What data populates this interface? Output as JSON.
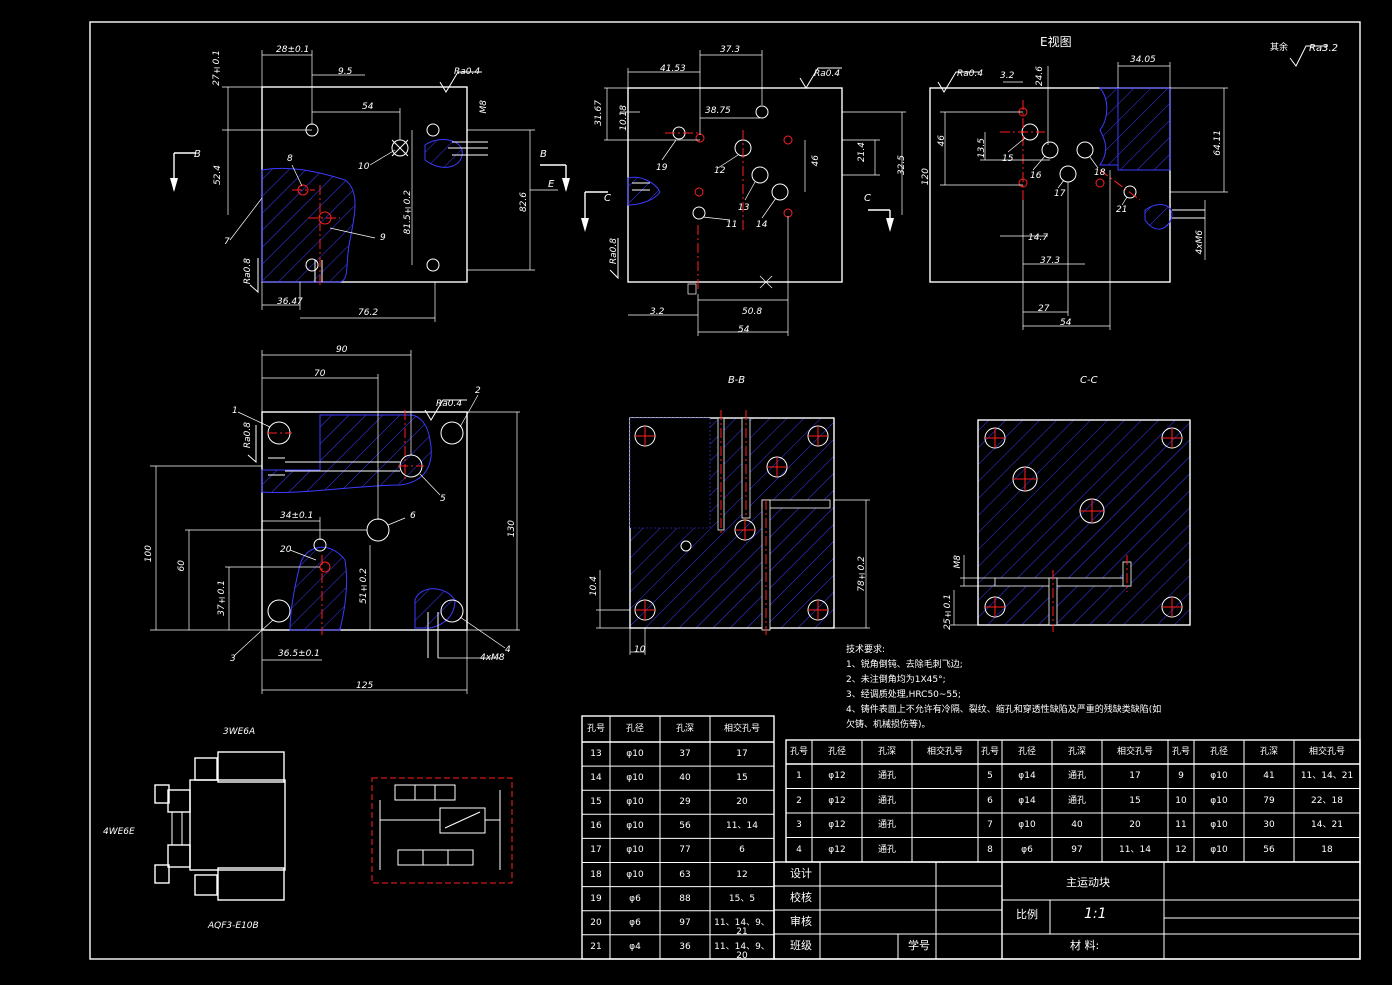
{
  "view_titles": {
    "e_view": "E视图",
    "bb": "B-B",
    "cc": "C-C",
    "other_roughness": "其余"
  },
  "roughness": {
    "ra04": "Ra0.4",
    "ra08": "Ra0.8",
    "ra32": "Ra3.2"
  },
  "section_marks": {
    "b": "B",
    "c": "C",
    "e": "E"
  },
  "view1": {
    "dims": [
      "28±0.1",
      "27±0.1",
      "9.5",
      "54",
      "52.4",
      "81.5±0.2",
      "82.6",
      "36.47",
      "76.2",
      "M8"
    ],
    "callouts": [
      "8",
      "9",
      "7",
      "10"
    ]
  },
  "view2": {
    "dims": [
      "37.3",
      "41.53",
      "31.67",
      "10.18",
      "38.75",
      "21.4",
      "46",
      "32.5",
      "3.2",
      "50.8",
      "54"
    ],
    "callouts": [
      "19",
      "12",
      "13",
      "11",
      "14"
    ]
  },
  "view3": {
    "dims": [
      "34.05",
      "3.2",
      "24.6",
      "46",
      "13.5",
      "120",
      "64.11",
      "14.7",
      "37.3",
      "27",
      "54",
      "4xM6"
    ],
    "callouts": [
      "15",
      "16",
      "17",
      "18",
      "21"
    ]
  },
  "view4": {
    "dims": [
      "90",
      "70",
      "34±0.1",
      "100",
      "60",
      "37±0.1",
      "51±0.2",
      "130",
      "36.5±0.1",
      "125",
      "4xM8"
    ],
    "callouts": [
      "1",
      "2",
      "5",
      "6",
      "20",
      "3",
      "4"
    ]
  },
  "bb_view": {
    "dims": [
      "78±0.2",
      "10.4",
      "10"
    ]
  },
  "cc_view": {
    "dims": [
      "M8",
      "25±0.1"
    ]
  },
  "valve": {
    "top": "3WE6A",
    "left": "4WE6E",
    "bottom": "AQF3-E10B"
  },
  "tech_req": {
    "title": "技术要求:",
    "lines": [
      "1、锐角倒钝、去除毛刺飞边;",
      "2、未注倒角均为1X45°;",
      "3、经调质处理,HRC50~55;",
      "4、铸件表面上不允许有冷隔、裂纹、缩孔和穿透性缺陷及严重的残缺类缺陷(如",
      "欠铸、机械损伤等)。"
    ]
  },
  "table_left": {
    "headers": [
      "孔号",
      "孔径",
      "孔深",
      "相交孔号"
    ],
    "rows": [
      [
        "13",
        "φ10",
        "37",
        "17"
      ],
      [
        "14",
        "φ10",
        "40",
        "15"
      ],
      [
        "15",
        "φ10",
        "29",
        "20"
      ],
      [
        "16",
        "φ10",
        "56",
        "11、14"
      ],
      [
        "17",
        "φ10",
        "77",
        "6"
      ],
      [
        "18",
        "φ10",
        "63",
        "12"
      ],
      [
        "19",
        "φ6",
        "88",
        "15、5"
      ],
      [
        "20",
        "φ6",
        "97",
        "11、14、9、21"
      ],
      [
        "21",
        "φ4",
        "36",
        "11、14、9、20"
      ]
    ]
  },
  "table_right": {
    "headers": [
      "孔号",
      "孔径",
      "孔深",
      "相交孔号",
      "孔号",
      "孔径",
      "孔深",
      "相交孔号",
      "孔号",
      "孔径",
      "孔深",
      "相交孔号"
    ],
    "rows": [
      [
        "1",
        "φ12",
        "通孔",
        "",
        "5",
        "φ14",
        "通孔",
        "17",
        "9",
        "φ10",
        "41",
        "11、14、21"
      ],
      [
        "2",
        "φ12",
        "通孔",
        "",
        "6",
        "φ14",
        "通孔",
        "15",
        "10",
        "φ10",
        "79",
        "22、18"
      ],
      [
        "3",
        "φ12",
        "通孔",
        "",
        "7",
        "φ10",
        "40",
        "20",
        "11",
        "φ10",
        "30",
        "14、21"
      ],
      [
        "4",
        "φ12",
        "通孔",
        "",
        "8",
        "φ6",
        "97",
        "11、14",
        "12",
        "φ10",
        "56",
        "18"
      ]
    ]
  },
  "title_block": {
    "design": "设计",
    "check": "校核",
    "review": "审核",
    "class": "班级",
    "student_no": "学号",
    "part_name": "主运动块",
    "scale_label": "比例",
    "scale_value": "1:1",
    "material": "材 料:"
  }
}
